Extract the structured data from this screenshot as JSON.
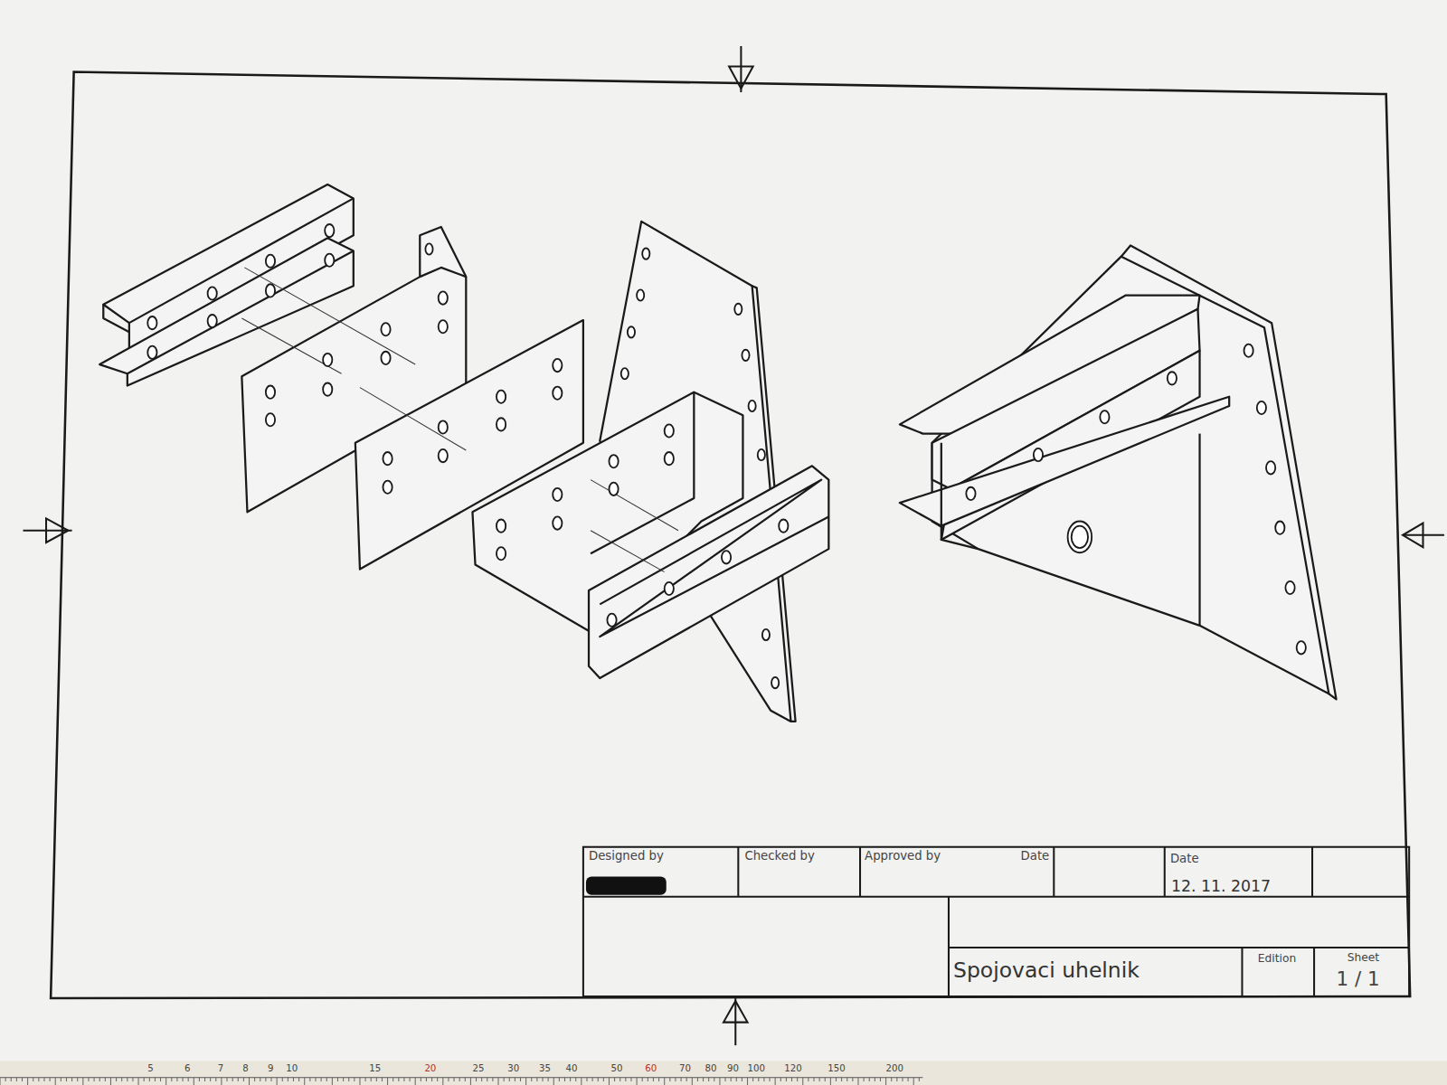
{
  "diagram": {
    "labels": [
      "Designed by",
      "Checked by",
      "Approved by",
      "Date",
      "Date",
      "12. 11. 2017",
      "Spojovaci uhelnik",
      "Edition",
      "Sheet",
      "1 / 1",
      "5",
      "6",
      "7",
      "8",
      "9",
      "10",
      "15",
      "20",
      "25",
      "30",
      "35",
      "40",
      "50",
      "60",
      "70",
      "80",
      "90",
      "100",
      "120",
      "150",
      "200"
    ]
  }
}
